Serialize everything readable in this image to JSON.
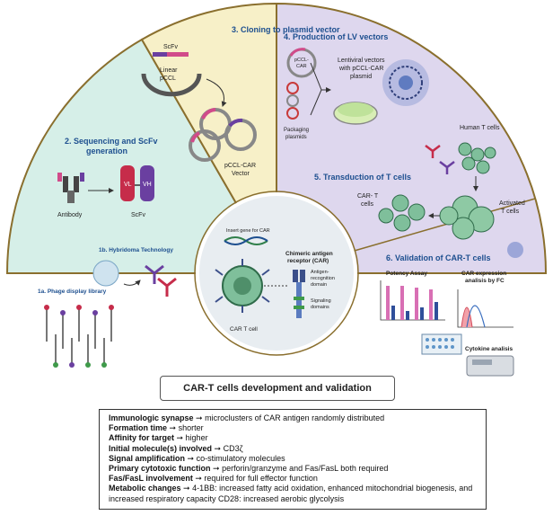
{
  "panels": {
    "cloning": {
      "title": "3. Cloning to plasmid vector",
      "scfv": "ScFv",
      "linear": "Linear",
      "pccl": "pCCL",
      "product": "pCCL-CAR",
      "vector": "Vector"
    },
    "production": {
      "title": "4. Production of LV vectors",
      "pccl_car": "pCCL-",
      "car": "CAR",
      "lenti_1": "Lentiviral vectors",
      "lenti_2": "with pCCL-CAR",
      "lenti_3": "plasmid",
      "packaging_1": "Packaging",
      "packaging_2": "plasmids"
    },
    "sequencing": {
      "title_1": "2. Sequencing and ScFv",
      "title_2": "generation",
      "vl": "VL",
      "vh": "VH",
      "antibody": "Antibody",
      "scfv": "ScFv"
    },
    "hybridoma": {
      "title": "1b. Hybridoma Technology"
    },
    "phage": {
      "title": "1a. Phage display library"
    },
    "transduction": {
      "title": "5. Transduction of T cells",
      "human": "Human T cells",
      "activated_1": "Activated",
      "activated_2": "T cells",
      "cart_1": "CAR- T",
      "cart_2": "cells"
    },
    "validation": {
      "title": "6. Validation of CAR-T cells",
      "potency": "Potency Assay",
      "car_expr_1": "CAR expression",
      "car_expr_2": "analisis by FC",
      "cytokine": "Cytokine analisis"
    },
    "center": {
      "insert_gene": "Insert gene for CAR",
      "chimeric_1": "Chimeric antigen",
      "chimeric_2": "receptor (CAR)",
      "antigen_1": "Antigen-",
      "antigen_2": "recognition",
      "antigen_3": "domain",
      "signaling_1": "Signaling",
      "signaling_2": "domains",
      "cart_cell": "CAR T cell"
    }
  },
  "caption": "CAR-T cells development and validation",
  "summary": [
    {
      "label": "Immunologic synapse",
      "text": "microclusters of CAR antigen randomly distributed"
    },
    {
      "label": "Formation time",
      "text": "shorter"
    },
    {
      "label": "Affinity for target",
      "text": "higher"
    },
    {
      "label": "Initial molecule(s) involved",
      "text": "CD3ζ"
    },
    {
      "label": "Signal amplification",
      "text": "co-stimulatory molecules"
    },
    {
      "label": "Primary cytotoxic function",
      "text": "perforin/granzyme and Fas/FasL both required"
    },
    {
      "label": "Fas/FasL involvement",
      "text": "required for full effector function"
    },
    {
      "label": "Metabolic changes",
      "text": "4-1BB: increased fatty acid oxidation, enhanced mitochondrial biogenesis, and increased respiratory capacity CD28: increased aerobic glycolysis"
    }
  ],
  "colors": {
    "green": "#d6efe8",
    "yellow": "#f7f0c8",
    "purple": "#ded7ee",
    "center": "#e8edf1",
    "border": "#8a6f2e",
    "title_blue": "#1d4f8f"
  }
}
